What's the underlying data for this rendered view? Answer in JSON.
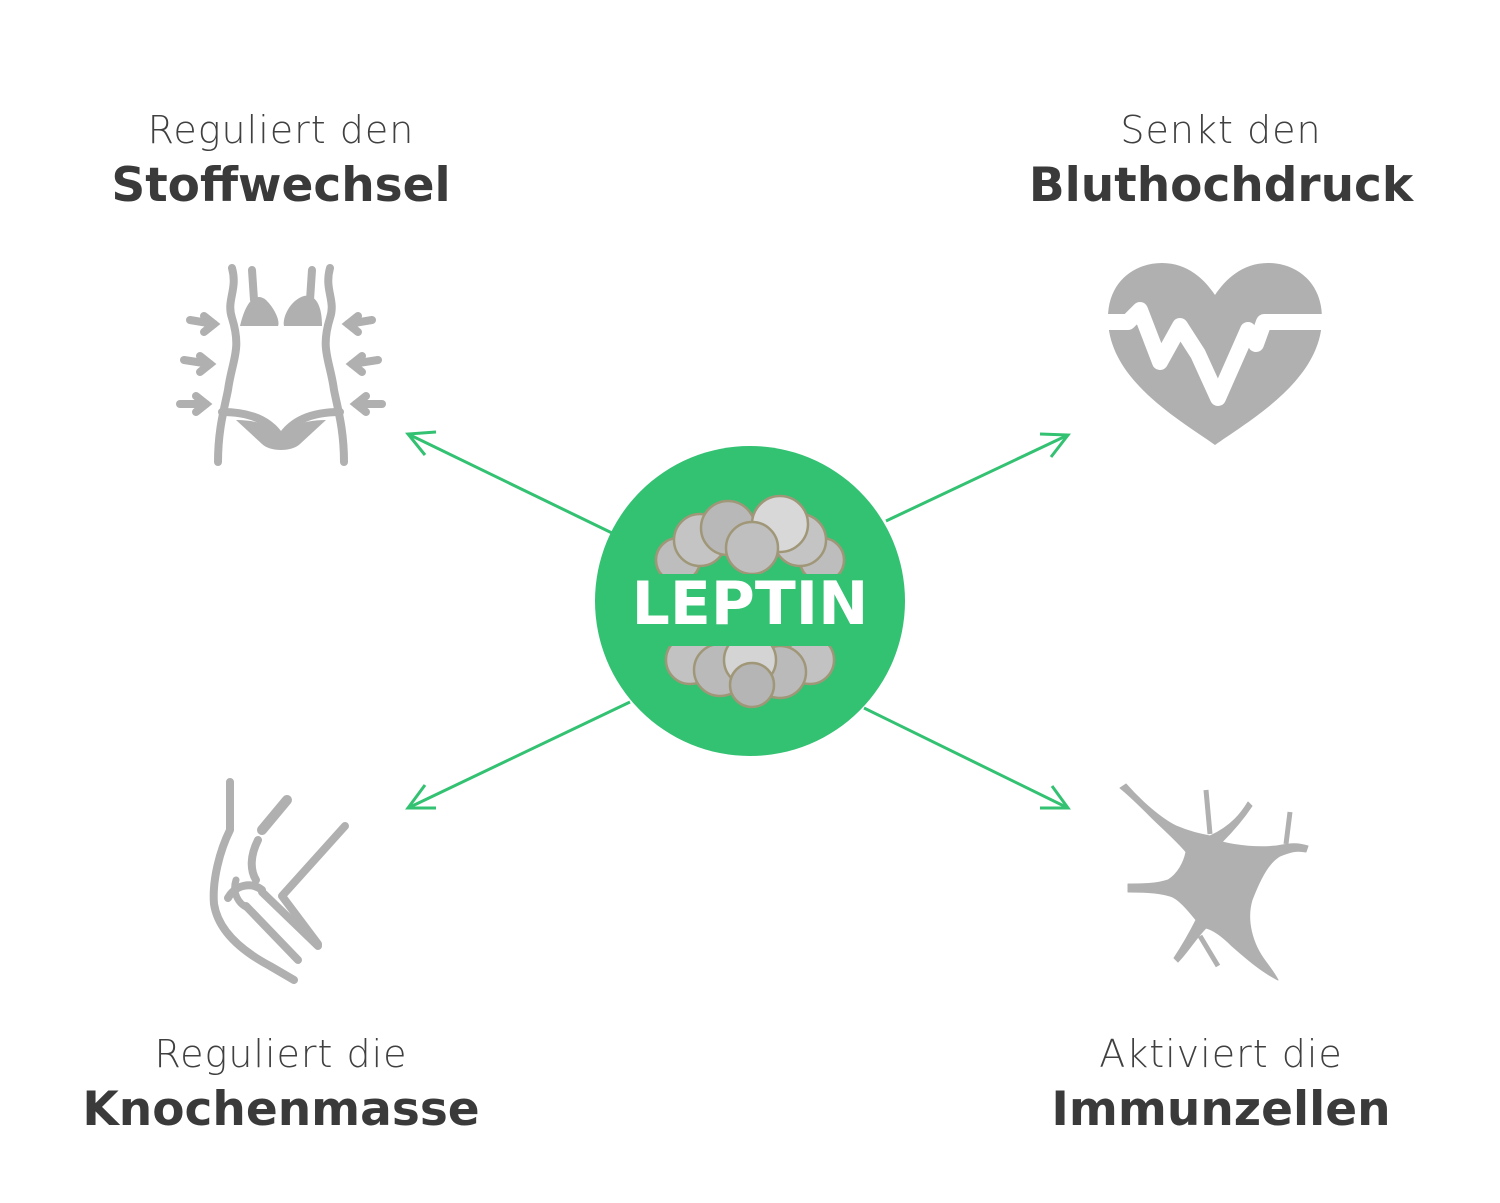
{
  "center": {
    "label": "LEPTIN"
  },
  "effects": [
    {
      "id": "tl",
      "line1": "Reguliert den",
      "line2": "Stoffwechsel",
      "icon": "body-waist-icon"
    },
    {
      "id": "tr",
      "line1": "Senkt den",
      "line2": "Bluthochdruck",
      "icon": "heart-pulse-icon"
    },
    {
      "id": "bl",
      "line1": "Reguliert die",
      "line2": "Knochenmasse",
      "icon": "knee-joint-icon"
    },
    {
      "id": "br",
      "line1": "Aktiviert die",
      "line2": "Immunzellen",
      "icon": "immune-cell-icon"
    }
  ],
  "colors": {
    "accent": "#33c172",
    "icon": "#b0b0b0",
    "text": "#3c3c3c"
  }
}
